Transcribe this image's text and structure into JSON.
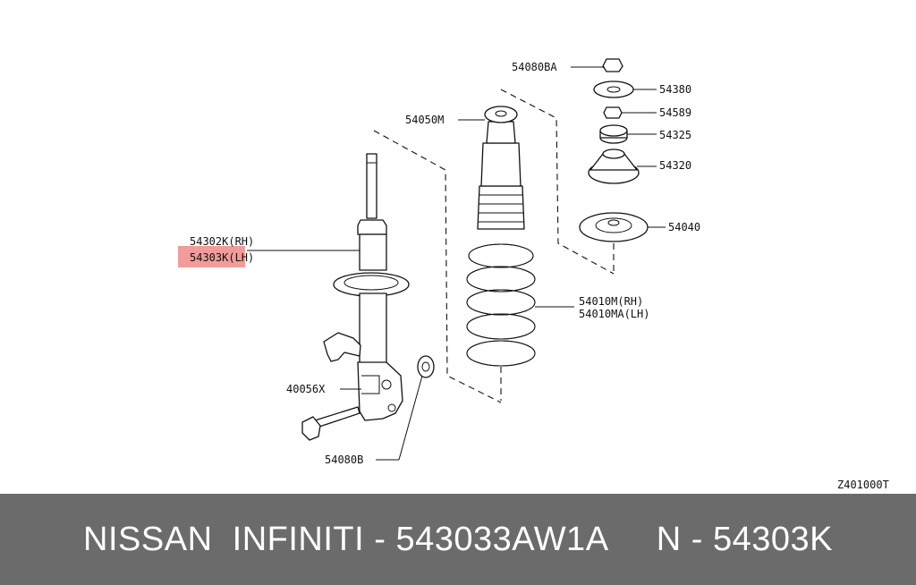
{
  "diagram": {
    "labels": {
      "p54080BA": "54080BA",
      "p54380": "54380",
      "p54589": "54589",
      "p54325": "54325",
      "p54320": "54320",
      "p54040": "54040",
      "p54050M": "54050M",
      "p54302K": "54302K(RH)",
      "p54303K": "54303K(LH)",
      "p54010M": "54010M(RH)",
      "p54010MA": "54010MA(LH)",
      "p40056X": "40056X",
      "p54080B": "54080B",
      "ref": "Z401000T"
    },
    "highlight_color": "#f08a8a"
  },
  "footer": {
    "text": "NISSAN  INFINITI - 543033AW1A     N - 54303K",
    "background": "#6b6b6b"
  }
}
